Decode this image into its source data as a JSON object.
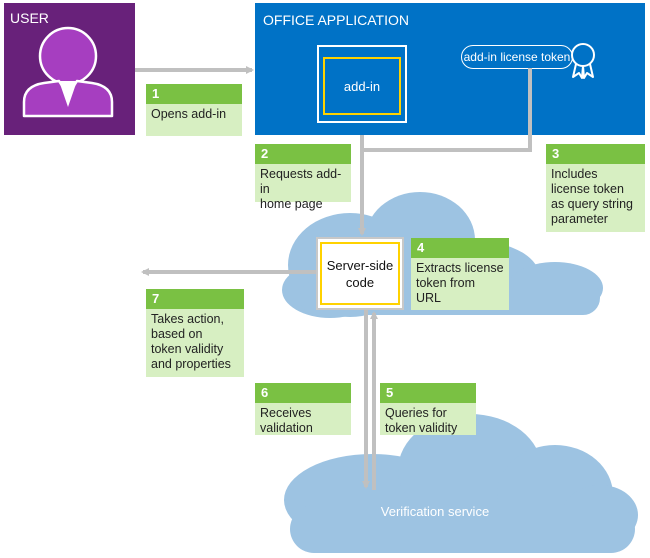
{
  "user": {
    "title": "USER"
  },
  "office": {
    "title": "OFFICE APPLICATION",
    "addin_label": "add-in",
    "token_label": "add-in license token"
  },
  "server": {
    "label_line1": "Server-side",
    "label_line2": "code"
  },
  "verification": {
    "label": "Verification service"
  },
  "steps": [
    {
      "num": "1",
      "lines": [
        "Opens add-in"
      ]
    },
    {
      "num": "2",
      "lines": [
        "Requests add-in",
        "home page"
      ]
    },
    {
      "num": "3",
      "lines": [
        "Includes",
        "license token",
        "as query string",
        "parameter"
      ]
    },
    {
      "num": "4",
      "lines": [
        "Extracts license",
        "token from",
        "URL"
      ]
    },
    {
      "num": "5",
      "lines": [
        "Queries for",
        "token validity"
      ]
    },
    {
      "num": "6",
      "lines": [
        "Receives",
        "validation"
      ]
    },
    {
      "num": "7",
      "lines": [
        "Takes action,",
        "based on",
        "token validity",
        "and properties"
      ]
    }
  ],
  "colors": {
    "user_bg": "#68217a",
    "office_bg": "#0072c6",
    "step_header": "#7ac143",
    "step_body": "#d7efc2",
    "cloud": "#9dc3e2",
    "highlight": "#ffd200",
    "arrow": "#c0c0c0"
  }
}
